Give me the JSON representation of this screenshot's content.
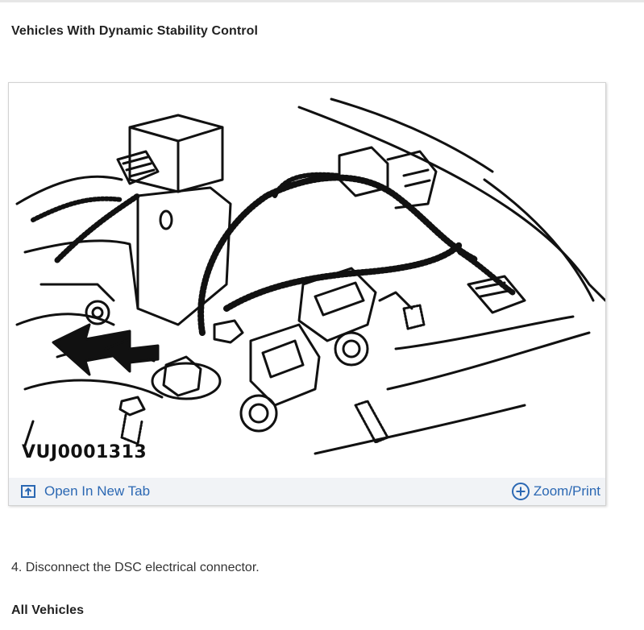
{
  "headings": {
    "section_dsc": "Vehicles With Dynamic Stability Control",
    "section_all": "All Vehicles"
  },
  "figure": {
    "id_label": "VUJ0001313",
    "open_tab_label": "Open In New Tab",
    "zoom_label": "Zoom/Print",
    "icons": {
      "open_tab": "open-new-tab-icon",
      "zoom": "zoom-plus-icon"
    },
    "accent_color": "#2b68b3"
  },
  "steps": [
    {
      "text": "4. Disconnect the DSC electrical connector."
    }
  ]
}
